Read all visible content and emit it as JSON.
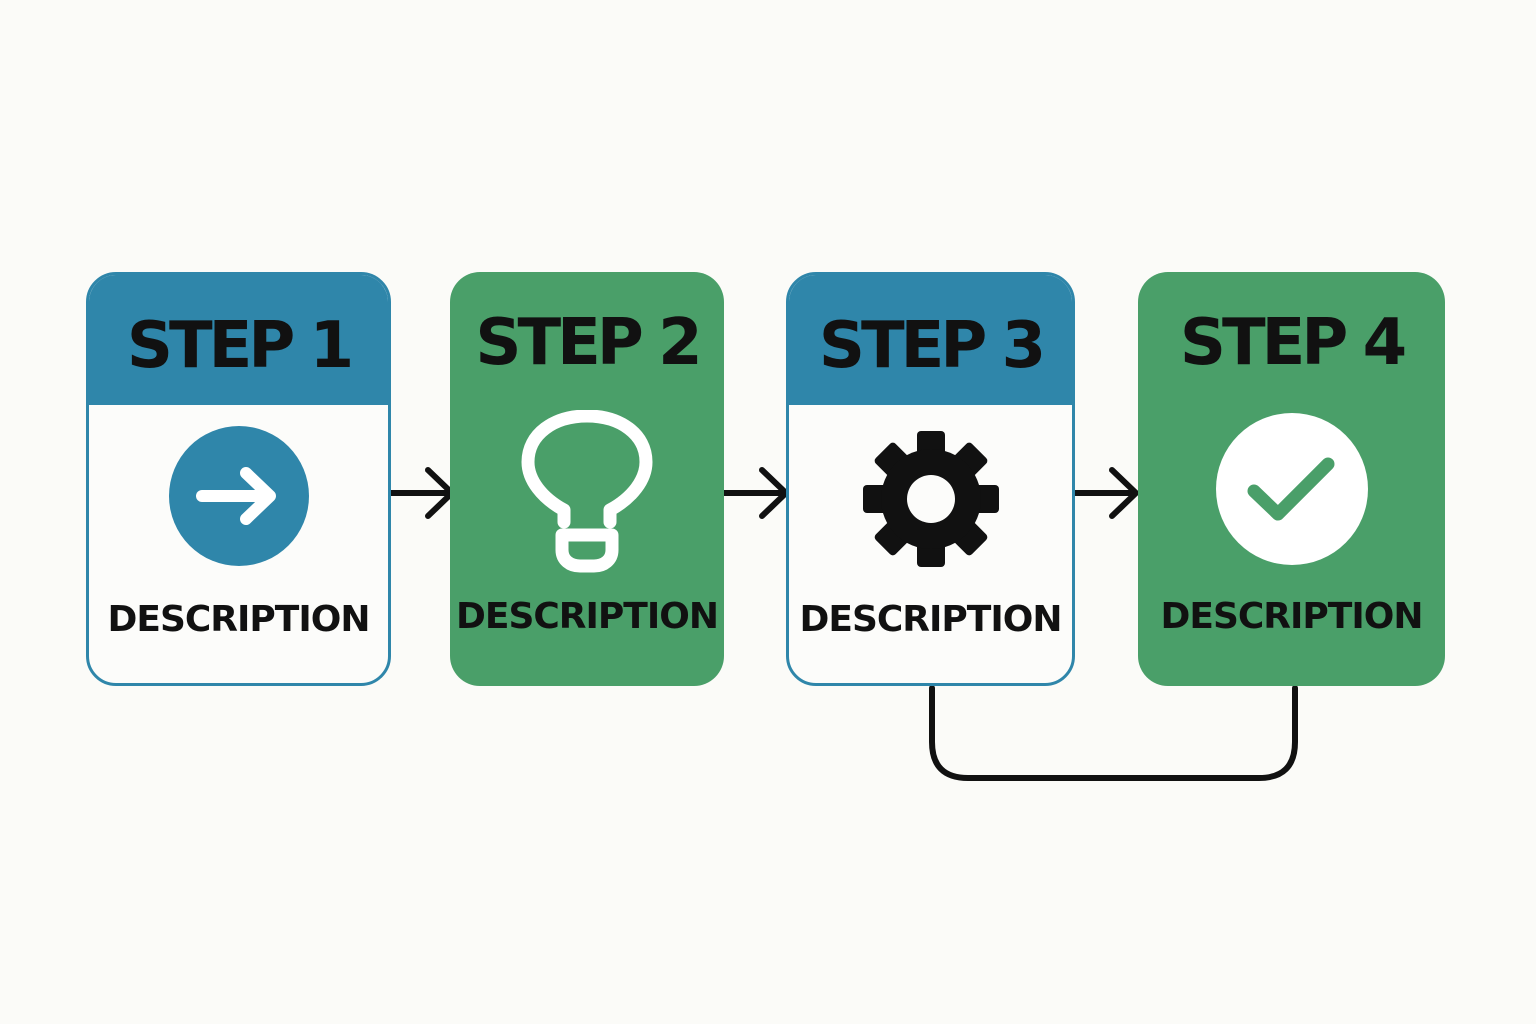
{
  "steps": [
    {
      "title": "STEP 1",
      "description": "DESCRIPTION",
      "icon": "arrow-right-circle-icon",
      "color": "#2f86aa"
    },
    {
      "title": "STEP 2",
      "description": "DESCRIPTION",
      "icon": "lightbulb-icon",
      "color": "#4a9f69"
    },
    {
      "title": "STEP 3",
      "description": "DESCRIPTION",
      "icon": "gear-icon",
      "color": "#2f86aa"
    },
    {
      "title": "STEP 4",
      "description": "DESCRIPTION",
      "icon": "check-circle-icon",
      "color": "#4a9f69"
    }
  ],
  "colors": {
    "blue": "#2f86aa",
    "green": "#4a9f69",
    "connector": "#111111",
    "background": "#fbfbf8"
  }
}
